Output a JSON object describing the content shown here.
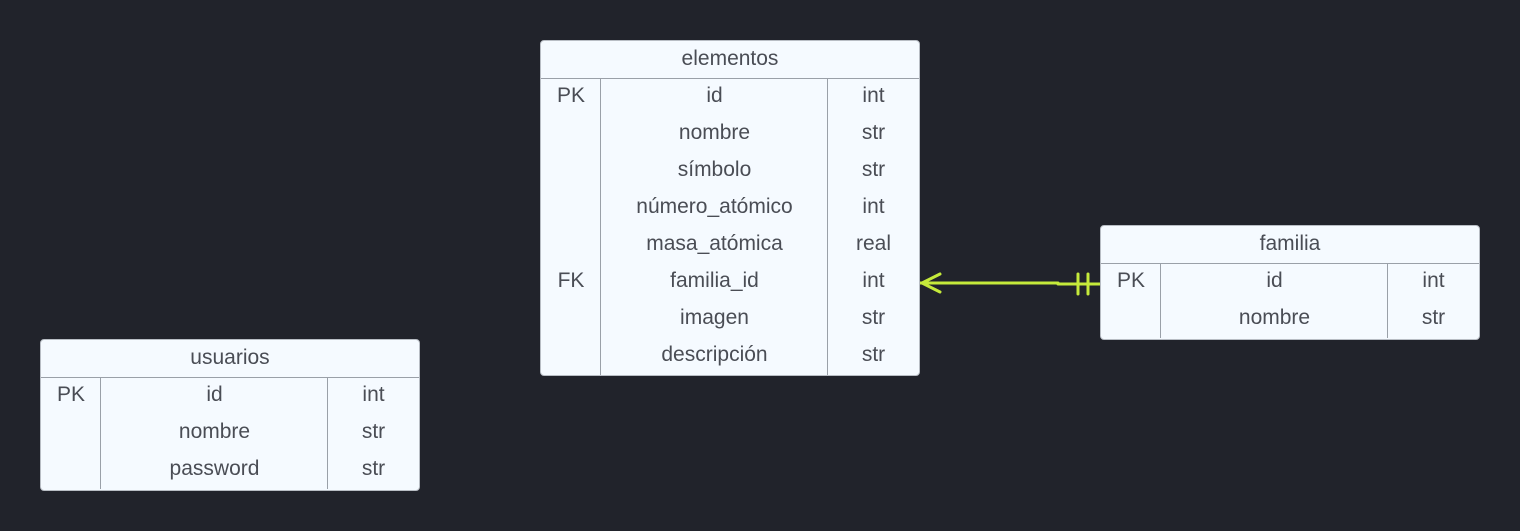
{
  "theme": {
    "background": "#21232b",
    "entity_fill": "#f5faff",
    "entity_border": "#b8bdc4",
    "text_color": "#4a4d55",
    "relationship_color": "#c5ea3b"
  },
  "entities": {
    "elementos": {
      "title": "elementos",
      "rows": [
        {
          "key": "PK",
          "name": "id",
          "type": "int"
        },
        {
          "key": "",
          "name": "nombre",
          "type": "str"
        },
        {
          "key": "",
          "name": "símbolo",
          "type": "str"
        },
        {
          "key": "",
          "name": "número_atómico",
          "type": "int"
        },
        {
          "key": "",
          "name": "masa_atómica",
          "type": "real"
        },
        {
          "key": "FK",
          "name": "familia_id",
          "type": "int"
        },
        {
          "key": "",
          "name": "imagen",
          "type": "str"
        },
        {
          "key": "",
          "name": "descripción",
          "type": "str"
        }
      ]
    },
    "familia": {
      "title": "familia",
      "rows": [
        {
          "key": "PK",
          "name": "id",
          "type": "int"
        },
        {
          "key": "",
          "name": "nombre",
          "type": "str"
        }
      ]
    },
    "usuarios": {
      "title": "usuarios",
      "rows": [
        {
          "key": "PK",
          "name": "id",
          "type": "int"
        },
        {
          "key": "",
          "name": "nombre",
          "type": "str"
        },
        {
          "key": "",
          "name": "password",
          "type": "str"
        }
      ]
    }
  },
  "relationships": [
    {
      "from": "elementos",
      "to": "familia",
      "from_cardinality": "many",
      "to_cardinality": "one-and-only-one"
    }
  ]
}
